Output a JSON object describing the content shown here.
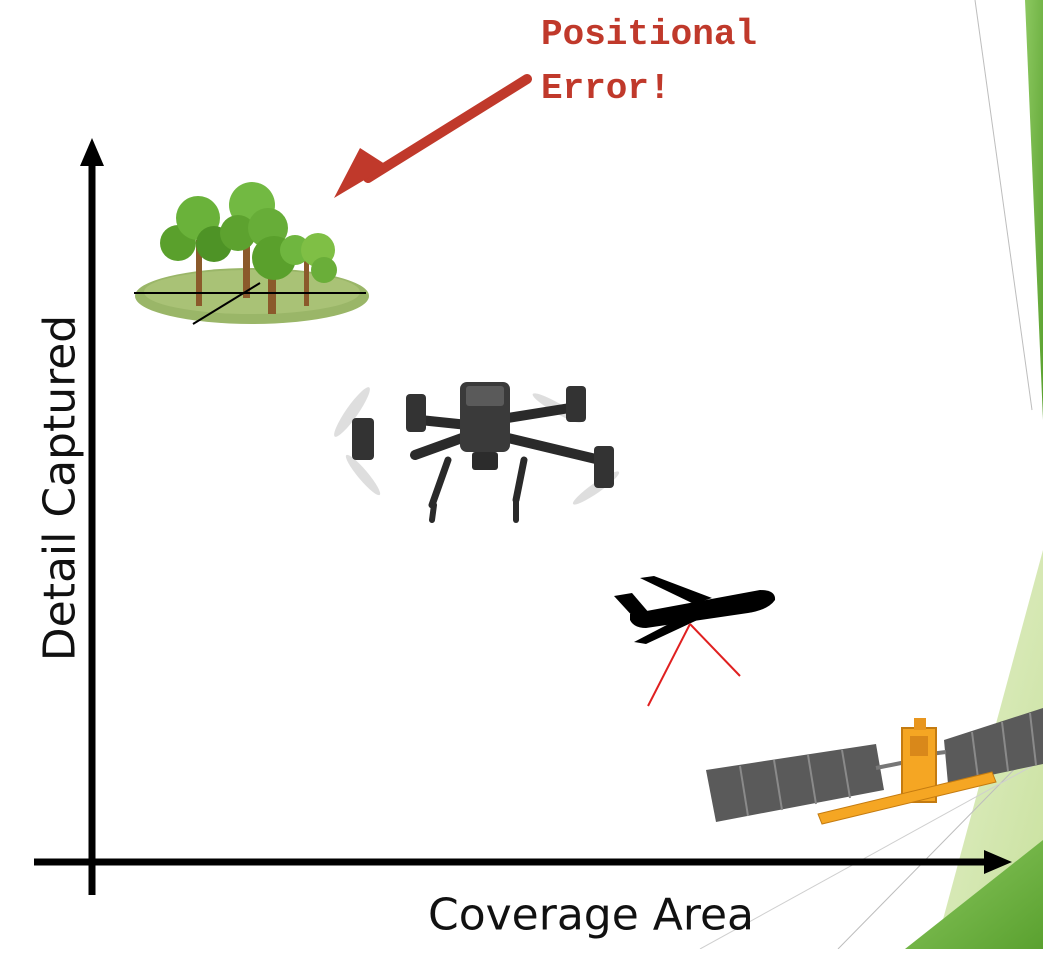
{
  "labels": {
    "y_axis": "Detail Captured",
    "x_axis": "Coverage Area",
    "error_line1": "Positional",
    "error_line2": "Error!"
  },
  "colors": {
    "error_text": "#c0392b",
    "error_arrow": "#c0392b",
    "axis": "#000000",
    "sensor_lines": "#e02020",
    "green_light": "#d5e8b5",
    "green_dark": "#6cb33f"
  },
  "icons": [
    "trees-icon",
    "drone-icon",
    "airplane-icon",
    "satellite-icon"
  ]
}
